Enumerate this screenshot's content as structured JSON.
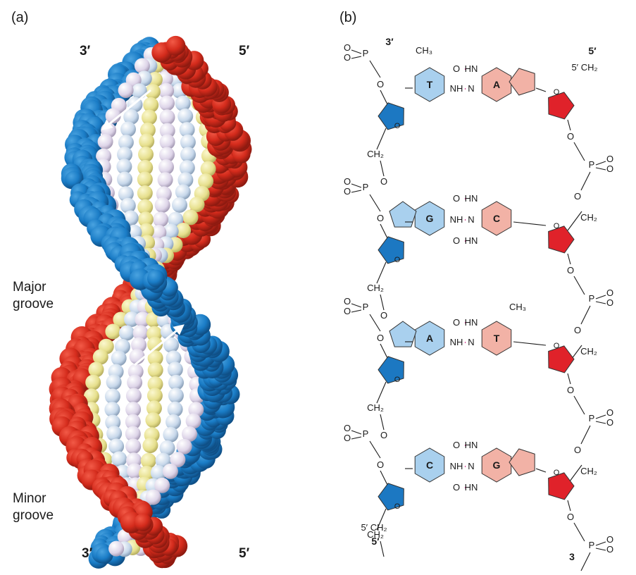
{
  "panel_a": {
    "label": "(a)",
    "top_left_end": "3′",
    "top_right_end": "5′",
    "bottom_left_end": "3′",
    "bottom_right_end": "5′",
    "major_groove": [
      "Major",
      "groove"
    ],
    "minor_groove": [
      "Minor",
      "groove"
    ]
  },
  "panel_b": {
    "label": "(b)",
    "left_top_end": "3′",
    "left_bottom_end": "5′",
    "left_bottom_carbon": "5′ CH₂",
    "right_top_end": "5′",
    "right_top_carbon": "5′ CH₂",
    "right_bottom_end": "3",
    "pairs": [
      {
        "left": "T",
        "right": "A"
      },
      {
        "left": "G",
        "right": "C"
      },
      {
        "left": "A",
        "right": "T"
      },
      {
        "left": "C",
        "right": "G"
      }
    ],
    "atoms": {
      "ch3": "CH₃",
      "ch2": "CH₂",
      "o": "O",
      "p": "P",
      "n": "N",
      "nh": "NH",
      "hn": "HN",
      "h": "H"
    }
  },
  "colors": {
    "backbone_red": "#d42b1c",
    "backbone_blue": "#1a7cc6",
    "base_yellow": "#eee89a",
    "base_lavender": "#e4dcec",
    "base_pale_blue": "#ccdcec",
    "ring_light_blue": "#a9d0ee",
    "ring_salmon": "#f2b2a6",
    "sugar_blue": "#1c78c2",
    "sugar_red": "#e0222a",
    "hbond_pink": "#d0308a"
  }
}
